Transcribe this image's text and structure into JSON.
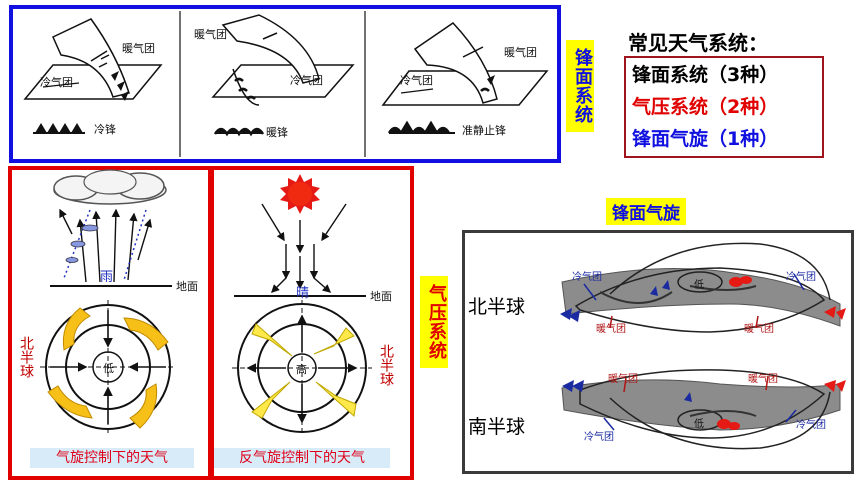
{
  "fronts": {
    "cold": {
      "warm_air": "暖气团",
      "cold_air": "冷气团",
      "label": "冷锋"
    },
    "warm": {
      "warm_air": "暖气团",
      "cold_air": "冷气团",
      "label": "暖锋"
    },
    "stationary": {
      "warm_air": "暖气团",
      "cold_air": "冷气团",
      "label": "准静止锋"
    },
    "side_label": "锋面系统",
    "border_color": "#1010e0"
  },
  "summary": {
    "title": "常见天气系统：",
    "items": [
      {
        "text": "锋面系统（3种）",
        "color": "#000000"
      },
      {
        "text": "气压系统（2种）",
        "color": "#e00000"
      },
      {
        "text": "锋面气旋（1种）",
        "color": "#1010e0"
      }
    ]
  },
  "pressure": {
    "side_label": "气压系统",
    "border_color": "#e00000",
    "cyclone": {
      "weather": "雨",
      "ground": "地面",
      "center": "低",
      "hemisphere": "北半球",
      "caption": "气旋控制下的天气"
    },
    "anticyclone": {
      "weather": "晴",
      "ground": "地面",
      "center": "高",
      "hemisphere": "北半球",
      "caption": "反气旋控制下的天气"
    }
  },
  "frontal_cyclone": {
    "title": "锋面气旋",
    "north": {
      "label": "北半球",
      "cold_air_1": "冷气团",
      "cold_air_2": "冷气团",
      "center": "低",
      "warm_air_1": "暖气团",
      "warm_air_2": "暖气团"
    },
    "south": {
      "label": "南半球",
      "warm_air_1": "暖气团",
      "warm_air_2": "暖气团",
      "center": "低",
      "cold_air_1": "冷气团",
      "cold_air_2": "冷气团"
    }
  }
}
